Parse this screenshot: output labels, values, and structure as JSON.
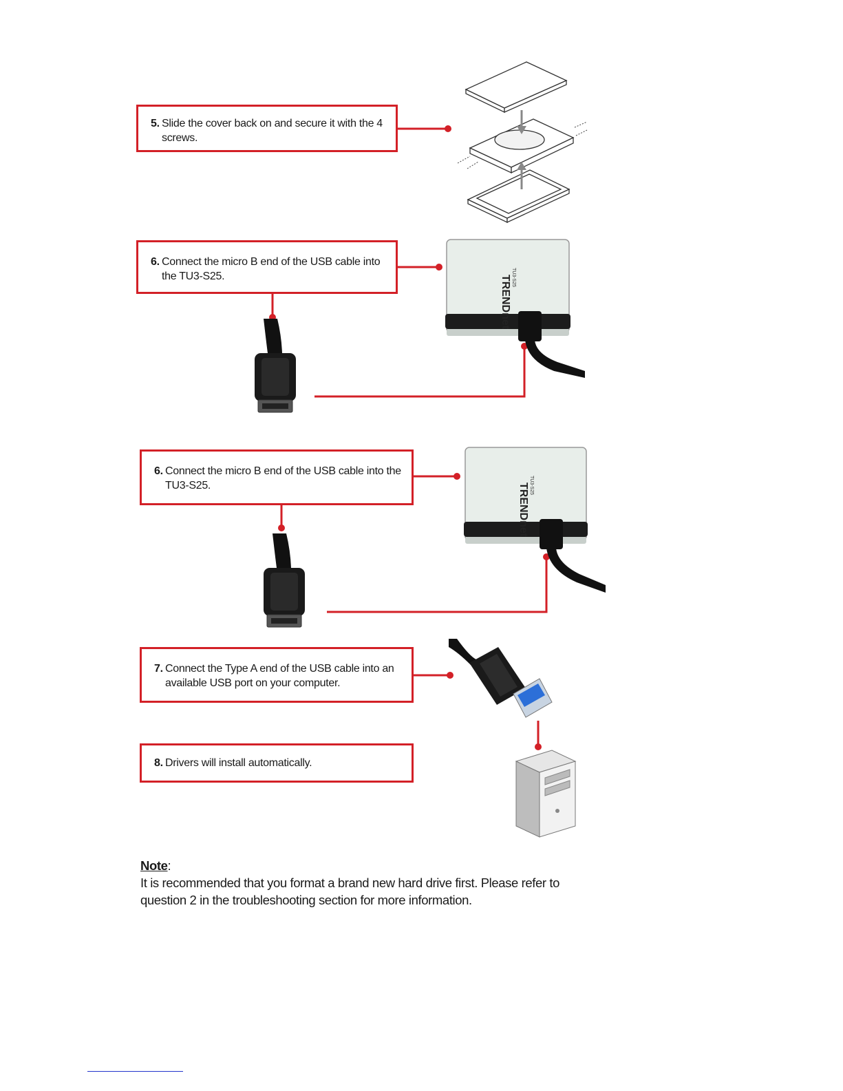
{
  "accent_color": "#d32027",
  "steps": [
    {
      "number": "5.",
      "text": "Slide the cover back on and secure it with the 4 screws.",
      "illustration": "enclosure-assembly-diagram"
    },
    {
      "number": "6.",
      "text": "Connect the micro B end of the USB cable into the TU3-S25.",
      "illustration": "enclosure-micro-b-photo"
    },
    {
      "number": "6.",
      "text": "Connect the micro B end of the USB cable into the TU3-S25.",
      "illustration": "enclosure-micro-b-photo"
    },
    {
      "number": "7.",
      "text": "Connect the Type A end of the USB cable into an available USB port on your computer.",
      "illustration": "usb-type-a-plug"
    },
    {
      "number": "8.",
      "text": "Drivers will install automatically.",
      "illustration": "desktop-computer-tower"
    }
  ],
  "device": {
    "brand": "TRENDnet",
    "model": "TU3-S25"
  },
  "note": {
    "heading": "Note",
    "heading_suffix": ":",
    "body": "It is recommended that you format a brand new hard drive first. Please refer to question 2 in the troubleshooting section for more information."
  }
}
